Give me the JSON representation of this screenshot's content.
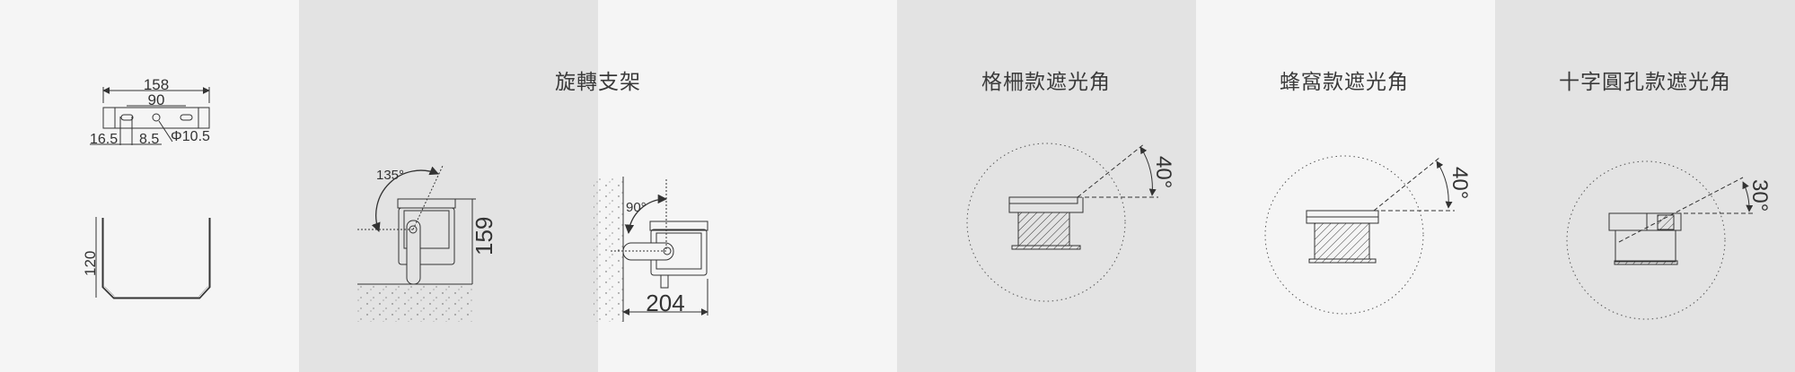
{
  "panels": [
    {
      "id": "bracket",
      "dims": {
        "overall_width": "158",
        "hole_spacing": "90",
        "edge_offset": "16.5",
        "slot_width": "8.5",
        "hole_diameter": "Φ10.5",
        "height": "120"
      }
    },
    {
      "id": "rotating-ground",
      "title": "旋轉支架",
      "dims": {
        "angle": "135°",
        "height": "159"
      }
    },
    {
      "id": "rotating-wall",
      "dims": {
        "angle": "90°",
        "depth": "204"
      }
    },
    {
      "id": "grille-shade",
      "title": "格柵款遮光角",
      "dims": {
        "angle": "40°"
      }
    },
    {
      "id": "honeycomb-shade",
      "title": "蜂窩款遮光角",
      "dims": {
        "angle": "40°"
      }
    },
    {
      "id": "cross-hole-shade",
      "title": "十字圓孔款遮光角",
      "dims": {
        "angle": "30°"
      }
    }
  ],
  "colors": {
    "panel_light": "#f5f5f5",
    "panel_dark": "#e3e3e3",
    "line": "#333333"
  }
}
